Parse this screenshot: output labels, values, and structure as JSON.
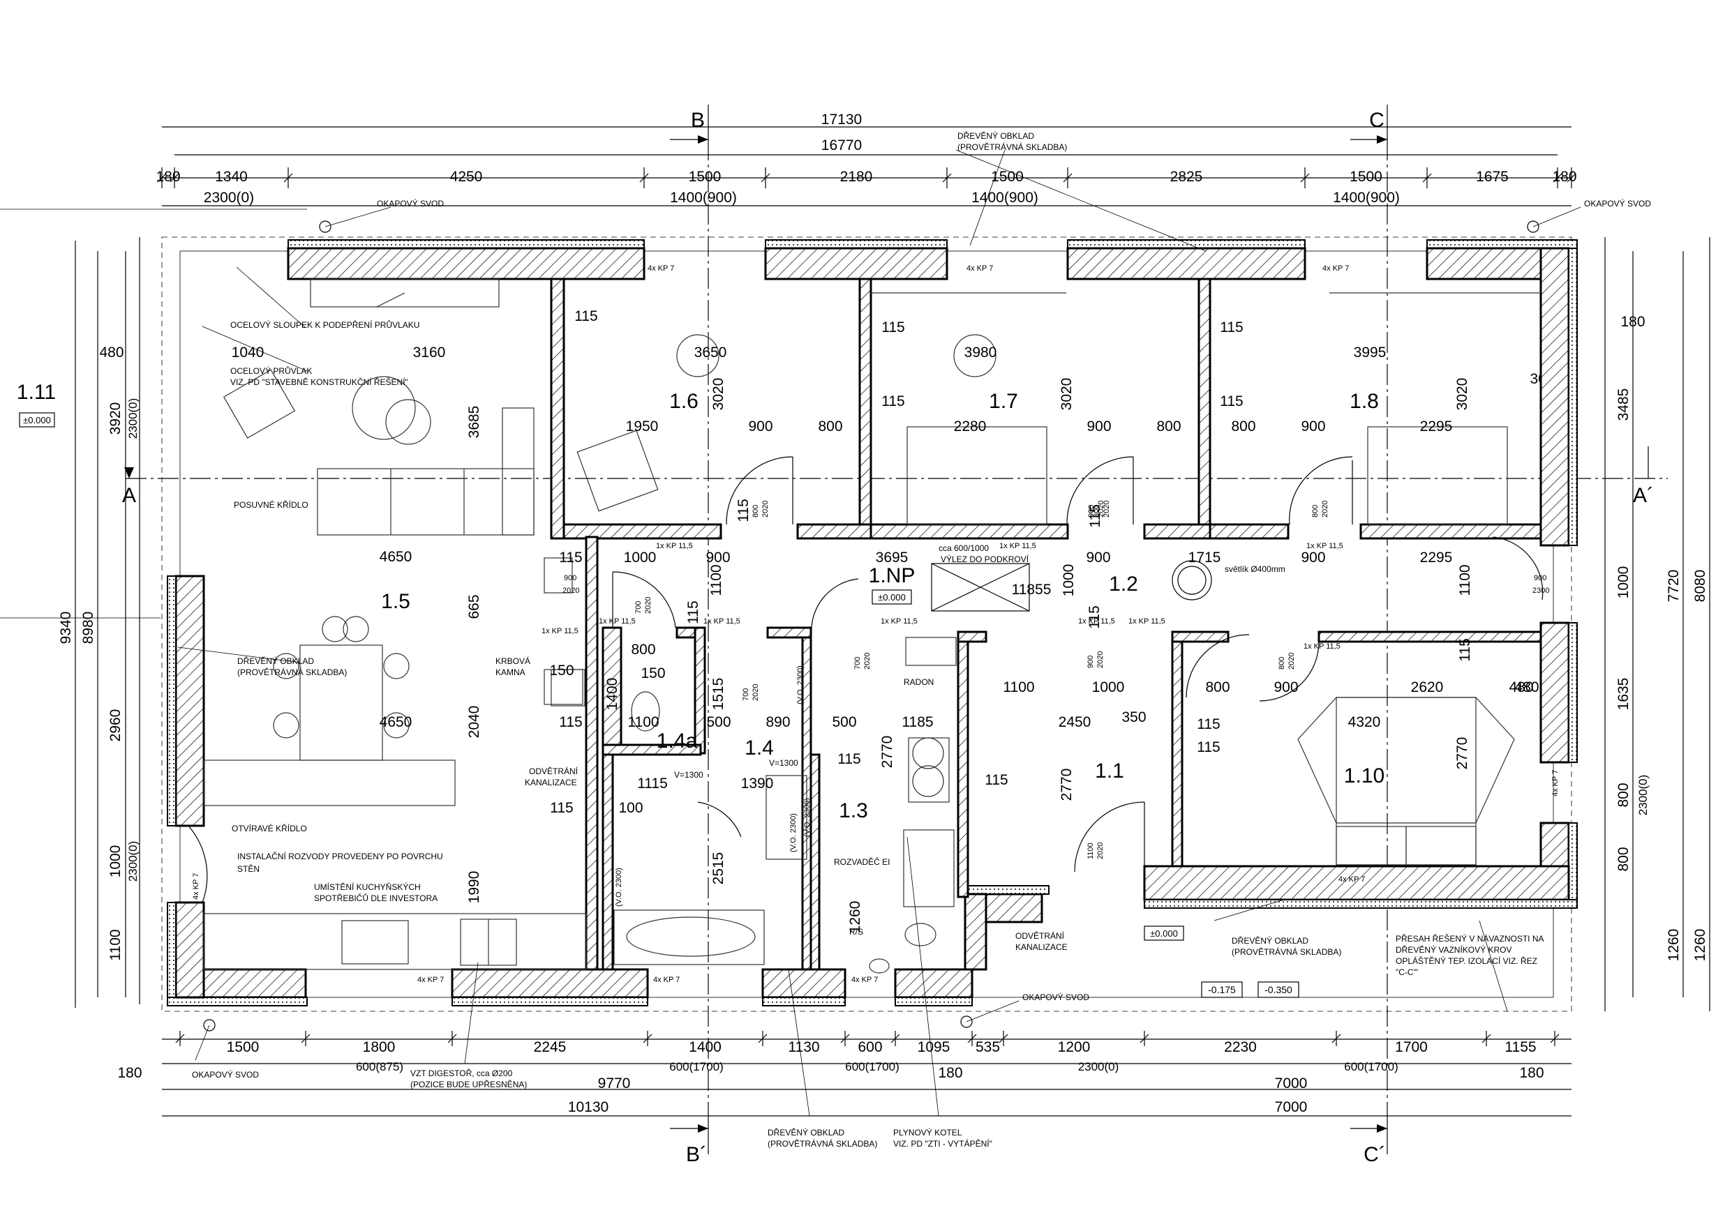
{
  "dims_top": {
    "total_outer": "17130",
    "total_inner": "16770",
    "segments": [
      "180",
      "1340",
      "4250",
      "1500",
      "2180",
      "1500",
      "2825",
      "1500",
      "1675",
      "180"
    ],
    "windows": [
      "2300(0)",
      "1400(900)",
      "1400(900)",
      "1400(900)"
    ],
    "kp_top": [
      "4x KP 7",
      "4x KP 7",
      "4x KP 7"
    ]
  },
  "dims_bottom": {
    "segments": [
      "1500",
      "1800",
      "2245",
      "1400",
      "1130",
      "600",
      "1095",
      "535",
      "1200",
      "2230",
      "1700",
      "1155"
    ],
    "end_180_left": "180",
    "end_180_mid": "180",
    "end_180_right": "180",
    "windows": [
      "600(875)",
      "600(1700)",
      "600(1700)",
      "2300(0)",
      "600(1700)"
    ],
    "sub_left": "9770",
    "sub_right": "7000",
    "total_left": "10130",
    "total_right": "7000",
    "kp_bottom": [
      "4x KP 7",
      "4x KP 7",
      "4x KP 7"
    ]
  },
  "dims_left": {
    "overall": "9340",
    "inner": "8980",
    "parts": [
      "3920",
      "2960",
      "1000",
      "1100"
    ],
    "win1": "2300(0)",
    "win2": "2300(0)",
    "v480": "480"
  },
  "dims_right": {
    "overall": "8080",
    "inner": "7720",
    "parts": [
      "3485",
      "1000",
      "1635",
      "800",
      "800",
      "1260"
    ],
    "win": "2300(0)",
    "right_1260": "1260",
    "r180": "180",
    "r300": "300",
    "r480": "480"
  },
  "sections": {
    "A": "A",
    "A2": "A´",
    "B": "B",
    "B2": "B´",
    "C": "C",
    "C2": "C´"
  },
  "level": {
    "name": "1.11",
    "elev": "±0.000"
  },
  "rooms": [
    {
      "id": "1.5",
      "label": "1.5"
    },
    {
      "id": "1.6",
      "label": "1.6"
    },
    {
      "id": "1.7",
      "label": "1.7"
    },
    {
      "id": "1.8",
      "label": "1.8"
    },
    {
      "id": "1.NP",
      "label": "1.NP"
    },
    {
      "id": "1.2",
      "label": "1.2"
    },
    {
      "id": "1.4a",
      "label": "1.4a"
    },
    {
      "id": "1.4",
      "label": "1.4"
    },
    {
      "id": "1.3",
      "label": "1.3"
    },
    {
      "id": "1.1",
      "label": "1.1"
    },
    {
      "id": "1.10",
      "label": "1.10"
    }
  ],
  "room_dims": {
    "d1040": "1040",
    "d3160": "3160",
    "d3685": "3685",
    "d4650a": "4650",
    "d4650b": "4650",
    "d665": "665",
    "d2040": "2040",
    "d1990": "1990",
    "d3650": "3650",
    "d3020a": "3020",
    "d1950": "1950",
    "d900a": "900",
    "d800a": "800",
    "d115a": "115",
    "d115b": "115",
    "d115c": "115",
    "d115d": "115",
    "d115e": "115",
    "d3980": "3980",
    "d3020b": "3020",
    "d2280": "2280",
    "d900b": "900",
    "d800b": "800",
    "d3995": "3995",
    "d3020c": "3020",
    "d800c": "800",
    "d900c": "900",
    "d2295a": "2295",
    "d115f": "115",
    "d1000a": "1000",
    "d900d": "900",
    "d3695": "3695",
    "d11855": "11855",
    "d1100a": "1100",
    "d900e": "900",
    "d1715": "1715",
    "d900f": "900",
    "d2295b": "2295",
    "d1000b": "1000",
    "d1100b": "1100",
    "d115g": "115",
    "d115h": "115",
    "d800d": "800",
    "d150a": "150",
    "d150b": "150",
    "d1400": "1400",
    "d1515": "1515",
    "d115i": "115",
    "d1100c": "1100",
    "d500a": "500",
    "d890": "890",
    "d500b": "500",
    "d1185": "1185",
    "d2770a": "2770",
    "d115j": "115",
    "d1115": "1115",
    "d1390": "1390",
    "d100": "100",
    "d115k": "115",
    "d2515": "2515",
    "d1260": "1260",
    "d1100d": "1100",
    "d1000c": "1000",
    "d2450": "2450",
    "d350": "350",
    "d800e": "800",
    "d900g": "900",
    "d2620": "2620",
    "d480r": "480",
    "d4320": "4320",
    "d115l": "115",
    "d115m": "115",
    "d2770b": "2770",
    "d2770c": "2770",
    "d115n": "115",
    "d115o": "115",
    "d115p": "115",
    "d115q": "115"
  },
  "door_tags": {
    "t800_2020a": "800",
    "t2020a": "2020",
    "t800_2020b": "800",
    "t2020b": "2020",
    "t800_2020c": "800",
    "t2020c": "2020",
    "t900_2020": "900",
    "t2020d": "2020",
    "t700_2020a": "700",
    "t2020e": "2020",
    "t700_2020b": "700",
    "t2020f": "2020",
    "t700_2020c": "700",
    "t2020g": "2020",
    "t900_2020b": "900",
    "t2020h": "2020",
    "t800_2020d": "800",
    "t2020i": "2020",
    "t1100_2020": "1100",
    "t2020j": "2020",
    "t900_2300": "900",
    "t2300": "2300",
    "t900_2020c": "900",
    "t2020k": "2020"
  },
  "notes": {
    "ocel_sloupek": "OCELOVÝ SLOUPEK K PODEPŘENÍ PRŮVLAKU",
    "ocel_pruvlak1": "OCELOVÝ PRŮVLAK",
    "ocel_pruvlak2": "VIZ. PD \"STAVEBNĚ KONSTRUKČNÍ ŘEŠENÍ\"",
    "posuvne": "POSUVNÉ KŘÍDLO",
    "dreveny1a": "DŘEVĚNÝ OBKLAD",
    "dreveny1b": "(PROVĚTRÁVNÁ SKLADBA)",
    "dreveny2a": "DŘEVĚNÝ OBKLAD",
    "dreveny2b": "(PROVĚTRÁVNÁ SKLADBA)",
    "dreveny3a": "DŘEVĚNÝ OBKLAD",
    "dreveny3b": "(PROVĚTRÁVNÁ SKLADBA)",
    "dreveny4a": "DŘEVĚNÝ OBKLAD",
    "dreveny4b": "(PROVĚTRÁVNÁ SKLADBA)",
    "otviravy": "OTVÍRAVÉ KŘÍDLO",
    "instal1": "INSTALAČNÍ ROZVODY PROVEDENY PO POVRCHU",
    "instal2": "STĚN",
    "umisteni1": "UMÍSTĚNÍ KUCHYŇSKÝCH",
    "umisteni2": "SPOTŘEBIČŮ DLE INVESTORA",
    "okap1": "OKAPOVÝ SVOD",
    "okap2": "OKAPOVÝ SVOD",
    "okap3": "OKAPOVÝ SVOD",
    "okap4": "OKAPOVÝ SVOD",
    "krbova1": "KRBOVÁ",
    "krbova2": "KAMNA",
    "odvetrani1a": "ODVĚTRÁNÍ",
    "odvetrani1b": "KANALIZACE",
    "odvetrani2a": "ODVĚTRÁNÍ",
    "odvetrani2b": "KANALIZACE",
    "vylez1": "cca 600/1000",
    "vylez2": "VÝLEZ DO PODKROVÍ",
    "svetlik": "světlík Ø400mm",
    "radon": "RADON",
    "rozvadec": "ROZVADĚČ EI",
    "rs": "R/S",
    "vzt1": "VZT DIGESTOŘ, cca Ø200",
    "vzt2": "(POZICE BUDE UPŘESNĚNA)",
    "kotel1": "PLYNOVÝ KOTEL",
    "kotel2": "VIZ. PD \"ZTI - VYTÁPĚNÍ\"",
    "presah1": "PŘESAH ŘEŠENÝ V NÁVAZNOSTI NA",
    "presah2": "DŘEVĚNÝ VAZNÍKOVÝ KROV",
    "presah3": "OPLÁŠTĚNÝ TEP. IZOLACÍ VIZ. ŘEZ",
    "presah4": "\"C-C'\"",
    "v1300a": "V=1300",
    "v1300b": "V=1300",
    "vo2300a": "(V.O. 2300)",
    "vo2300b": "(V.O. 2300)",
    "vo2300c": "(V.O. 2300)",
    "vo2300d": "(V.O. 2300)",
    "elev_np": "±0.000",
    "elev_2": "±0.000",
    "elev_175": "-0.175",
    "elev_350": "-0.350"
  },
  "kp_labels": {
    "kp115a": "1x KP 11,5",
    "kp115b": "1x KP 11,5",
    "kp115c": "1x KP 11,5",
    "kp115d": "1x KP 11,5",
    "kp115e": "1x KP 11,5",
    "kp115f": "1x KP 11,5",
    "kp115g": "1x KP 11,5",
    "kp115h": "1x KP 11,5",
    "kp115i": "1x KP 11,5",
    "kp115j": "1x KP 11,5",
    "kp7left": "4x KP 7",
    "kp7right1": "4x KP 7",
    "kp7right2": "4x KP 7"
  }
}
